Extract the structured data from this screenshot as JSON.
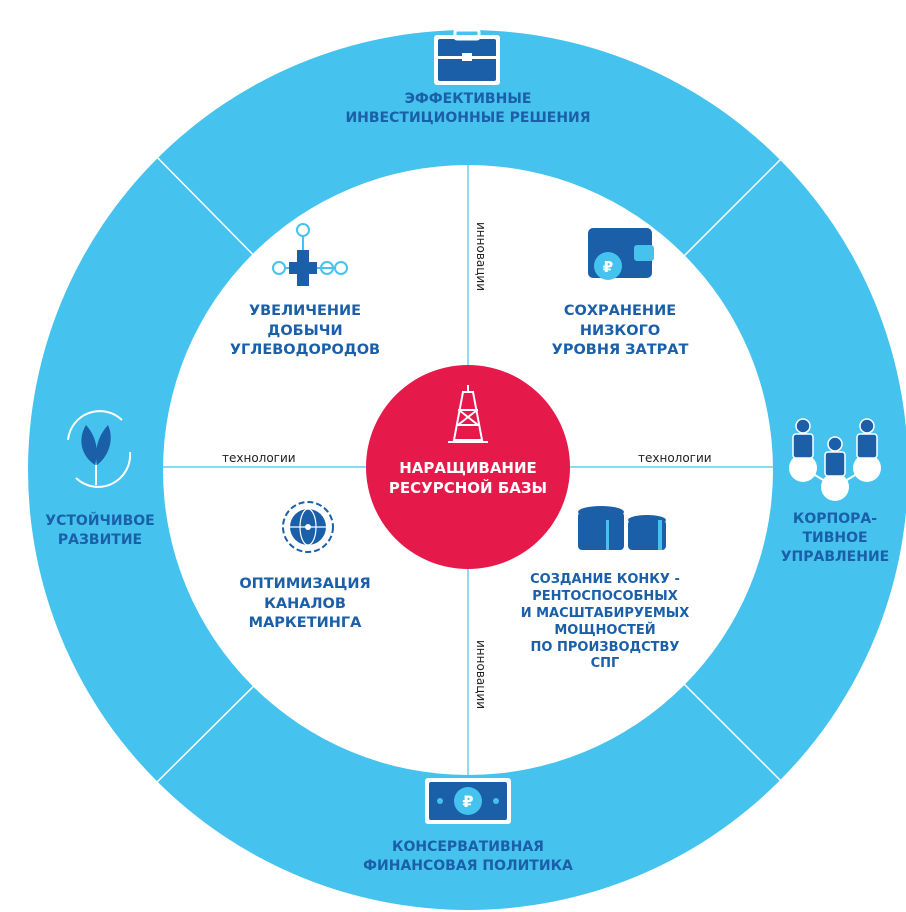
{
  "outer": {
    "top": [
      "ЭФФЕКТИВНЫЕ",
      "ИНВЕСТИЦИОННЫЕ РЕШЕНИЯ"
    ],
    "right": [
      "КОРПОРА-",
      "ТИВНОЕ",
      "УПРАВЛЕНИЕ"
    ],
    "bottom": [
      "КОНСЕРВАТИВНАЯ",
      "ФИНАНСОВАЯ ПОЛИТИКА"
    ],
    "left": [
      "УСТОЙЧИВОЕ",
      "РАЗВИТИЕ"
    ]
  },
  "inner": {
    "top_left": [
      "УВЕЛИЧЕНИЕ",
      "ДОБЫЧИ",
      "УГЛЕВОДОРОДОВ"
    ],
    "top_right": [
      "СОХРАНЕНИЕ",
      "НИЗКОГО",
      "УРОВНЯ ЗАТРАТ"
    ],
    "bottom_left": [
      "ОПТИМИЗАЦИЯ",
      "КАНАЛОВ",
      "МАРКЕТИНГА"
    ],
    "bottom_right": [
      "СОЗДАНИЕ КОНКУ -",
      "РЕНТОСПОСОБНЫХ",
      "И МАСШТАБИРУЕМЫХ",
      "МОЩНОСТЕЙ",
      "ПО ПРОИЗВОДСТВУ",
      "СПГ"
    ]
  },
  "center": [
    "НАРАЩИВАНИЕ",
    "РЕСУРСНОЙ БАЗЫ"
  ],
  "axis": {
    "left": "технологии",
    "right": "технологии",
    "top": "инновации",
    "bottom": "инновации"
  },
  "icons": {
    "top": "briefcase-icon",
    "right": "people-network-icon",
    "bottom": "ruble-banknote-icon",
    "left": "leaf-cycle-icon",
    "top_left": "wellhead-valve-icon",
    "top_right": "ruble-wallet-icon",
    "bottom_left": "globe-icon",
    "bottom_right": "storage-tanks-icon",
    "center": "oil-rig-icon"
  },
  "colors": {
    "ring": "#45c3ee",
    "inner": "#ffffff",
    "center": "#e6194b",
    "text": "#1a5fa8",
    "icon_dark": "#1a5fa8",
    "icon_light": "#45c3ee"
  }
}
